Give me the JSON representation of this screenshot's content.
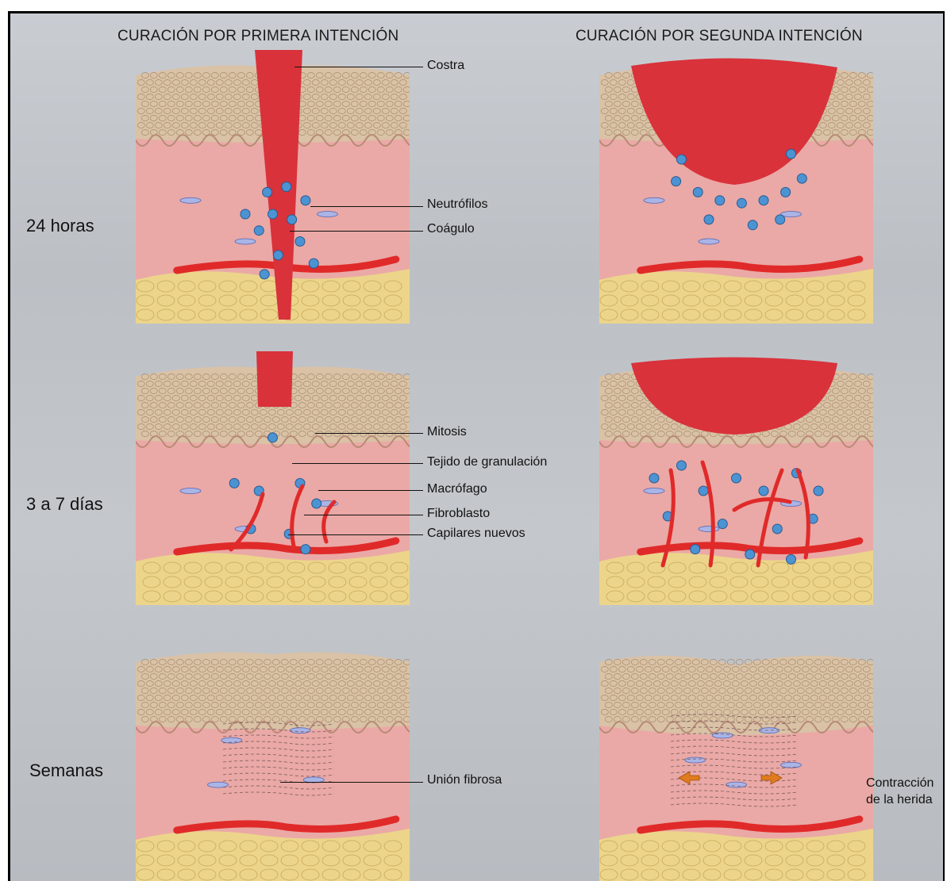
{
  "headers": {
    "left": "CURACIÓN POR PRIMERA INTENCIÓN",
    "right": "CURACIÓN POR SEGUNDA INTENCIÓN"
  },
  "stages": [
    "24 horas",
    "3 a 7 días",
    "Semanas"
  ],
  "labels": {
    "costra": "Costra",
    "neutrofilos": "Neutrófilos",
    "coagulo": "Coágulo",
    "mitosis": "Mitosis",
    "tejido": "Tejido de granulación",
    "macrofago": "Macrófago",
    "fibroblasto": "Fibroblasto",
    "capilares": "Capilares nuevos",
    "union": "Unión fibrosa",
    "contraccion_1": "Contracción",
    "contraccion_2": "de la herida"
  },
  "colors": {
    "scab": "#d9323b",
    "vessel": "#e02a2a",
    "dermis": "#eaa9a6",
    "epidermis": "#d9c2a6",
    "fat": "#ecd58a",
    "cell": "#4c93d3",
    "arrow": "#e07b1f"
  }
}
